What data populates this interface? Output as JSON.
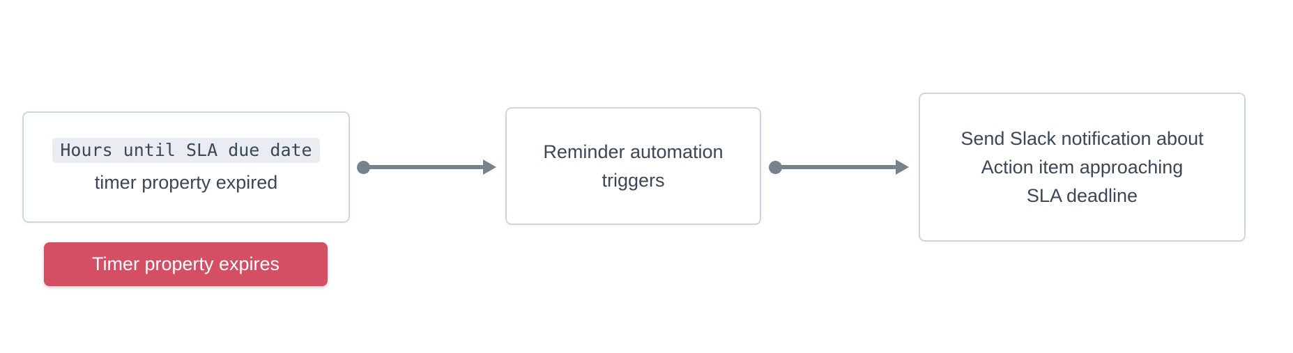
{
  "colors": {
    "canvas_bg": "#ffffff",
    "node_border": "#cdd6de",
    "node_text": "#3b4754",
    "code_bg": "#e9edf1",
    "badge_bg": "#d44f63",
    "badge_text": "#ffffff",
    "connector": "#76838f"
  },
  "nodes": {
    "trigger": {
      "code_text": "Hours until SLA due date",
      "text": "timer property expired"
    },
    "automation": {
      "line1": "Reminder automation",
      "line2": "triggers"
    },
    "action": {
      "line1": "Send Slack notification about",
      "line2": "Action item approaching",
      "line3": "SLA deadline"
    }
  },
  "badge": {
    "label": "Timer property expires"
  },
  "connectors": [
    {
      "from": "trigger",
      "to": "automation"
    },
    {
      "from": "automation",
      "to": "action"
    }
  ]
}
